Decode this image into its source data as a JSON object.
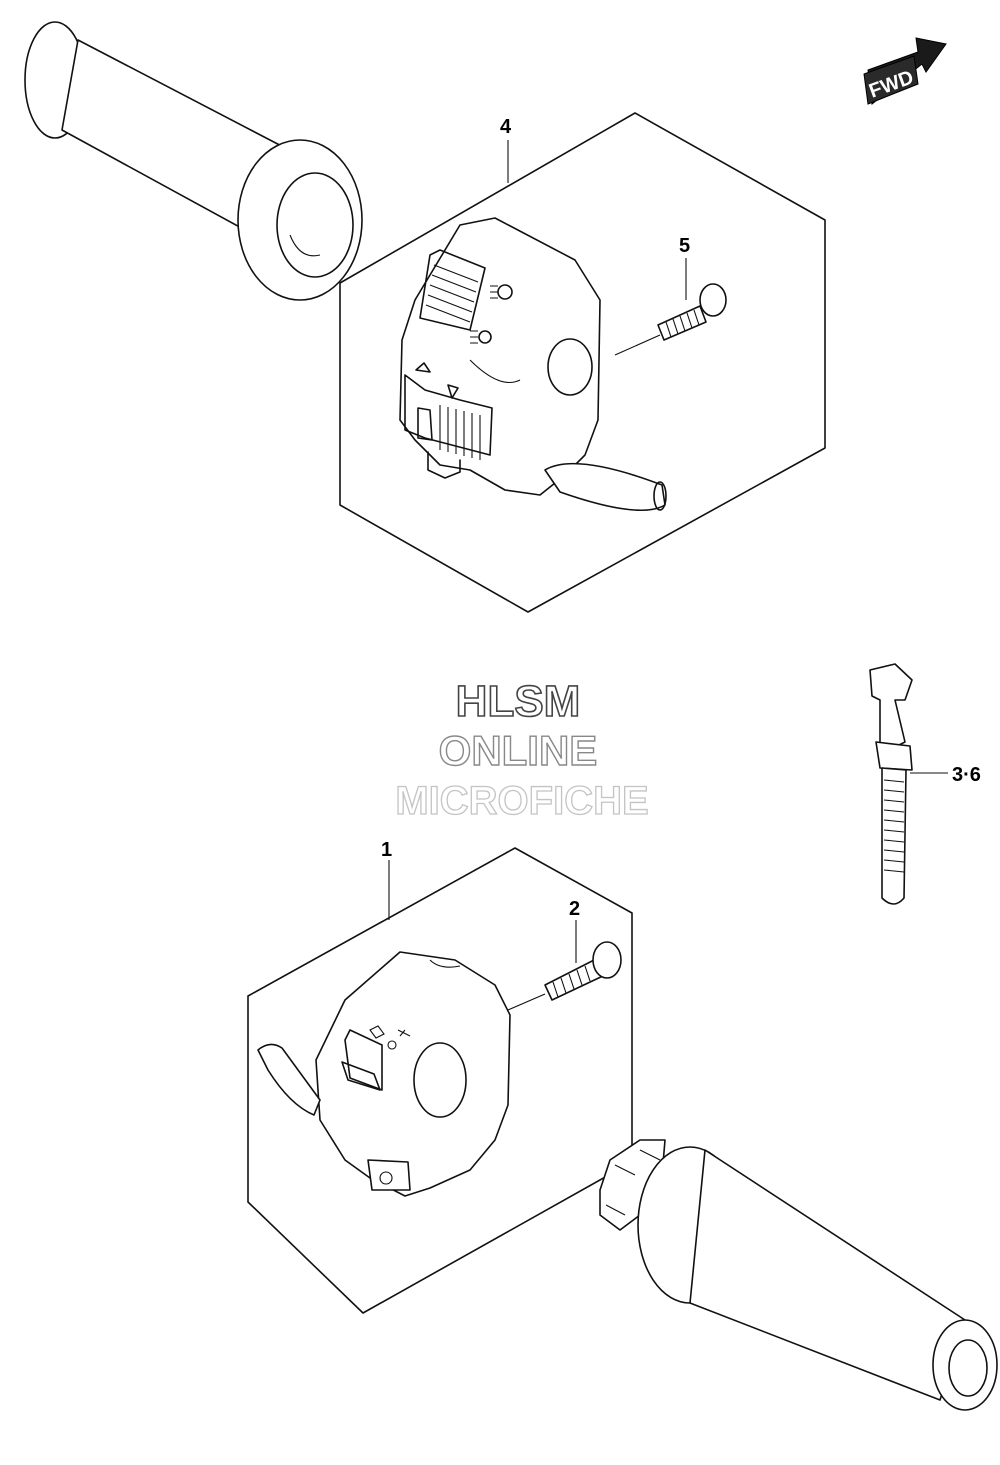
{
  "indicator": {
    "label": "FWD"
  },
  "callouts": {
    "part_1": "1",
    "part_2": "2",
    "part_3_6": "3·6",
    "part_4": "4",
    "part_5": "5"
  },
  "watermark": {
    "line1": "HLSM",
    "line2": "ONLINE",
    "line3": "MICROFICHE"
  }
}
